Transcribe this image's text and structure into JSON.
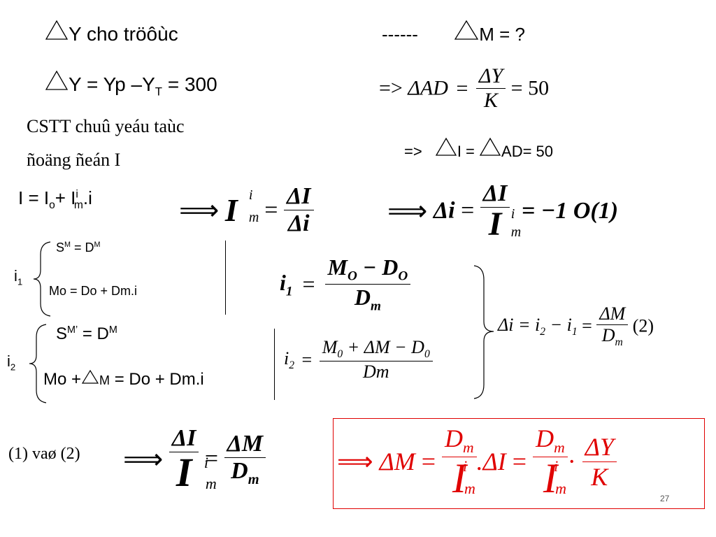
{
  "slide": {
    "line1_text": "Y cho tröôùc",
    "line2_text": "Y = Yp –Y",
    "line2_sub": "T",
    "line2_tail": " = 300",
    "cstt_line1": "CSTT chuû yeáu taùc",
    "cstt_line2": "ñoäng ñeán I",
    "dashes": "------",
    "dm_question": "M = ?",
    "ad_lhs": "=> ",
    "ad_delta_ad": "ΔAD",
    "ad_eq": "=",
    "ad_num": "ΔY",
    "ad_den": "K",
    "ad_result": "= 50",
    "di_prefix": "=>",
    "di_text": "I  =",
    "di_tail": "AD= 50",
    "eq_I": "I = I",
    "eq_I_sub_o": "o",
    "eq_I_plus": "+ I",
    "eq_I_sup_i": "i",
    "eq_I_sub_m": "m",
    "eq_I_tail": ".i",
    "im_arrow": "⟹",
    "im_lhs_sup": "i",
    "im_lhs_sub": "m",
    "im_eq": "=",
    "im_num": "ΔI",
    "im_den": "Δi",
    "di2_arrow": "⟹",
    "di2_lhs": "Δi",
    "di2_eq": "=",
    "di2_num": "ΔI",
    "di2_den_sup": "i",
    "di2_den_sub": "m",
    "di2_result": "= −1 O(1)",
    "i1_label": "i",
    "i1_label_sub": "1",
    "i1_sm": "S",
    "i1_sm_sup": "M",
    "i1_sm_eq": " = D",
    "i1_sm_sup2": "M",
    "i1_mo": "Mo = Do + Dm.i",
    "i1_formula_lhs": "i",
    "i1_formula_sub": "1",
    "i1_formula_eq": "=",
    "i1_formula_num": "M",
    "i1_formula_num_sub": "O",
    "i1_formula_minus": " − D",
    "i1_formula_num_sub2": "O",
    "i1_formula_den": "D",
    "i1_formula_den_sub": "m",
    "i2_label": "i",
    "i2_label_sub": "2",
    "i2_sm": "S",
    "i2_sm_sup": "M’",
    "i2_sm_eq": " = D",
    "i2_sm_sup2": "M",
    "i2_mo_a": "Mo +",
    "i2_mo_m": "M",
    "i2_mo_b": " = Do + Dm.i",
    "i2_formula_lhs": "i",
    "i2_formula_sub": "2",
    "i2_formula_eq": "=",
    "i2_formula_num_a": "M",
    "i2_formula_num_sub": "0",
    "i2_formula_num_b": " + ΔM − D",
    "i2_formula_num_sub2": "0",
    "i2_formula_den": "Dm",
    "dm_eq_lhs": "Δi = i",
    "dm_eq_sub2": "2",
    "dm_eq_minus": " − i",
    "dm_eq_sub1": "1",
    "dm_eq_eq": " =",
    "dm_eq_num": "ΔM",
    "dm_eq_den": "D",
    "dm_eq_den_sub": "m",
    "dm_eq_tag": "(2)",
    "combine_label": "(1) vaø (2)",
    "combine_arrow": "⟹",
    "combine_num": "ΔI",
    "combine_den_sup": "i",
    "combine_den_sub": "m",
    "combine_eq": "=",
    "combine_rnum": "ΔM",
    "combine_rden": "D",
    "combine_rden_sub": "m",
    "final_arrow": "⟹",
    "final_dm": "ΔM",
    "final_eq": "=",
    "final_num1": "D",
    "final_num1_sub": "m",
    "final_den1_sup": "i",
    "final_den1_sub": "m",
    "final_dot_di": ".ΔI",
    "final_eq2": "=",
    "final_num2": "D",
    "final_num2_sub": "m",
    "final_den2_sup": "i",
    "final_den2_sub": "m",
    "final_dot": "·",
    "final_num3": "ΔY",
    "final_den3": "K",
    "page_number": "27"
  },
  "colors": {
    "highlight": "#e00000",
    "text": "#000000"
  },
  "icons": {
    "triangle": "delta-triangle-icon"
  }
}
